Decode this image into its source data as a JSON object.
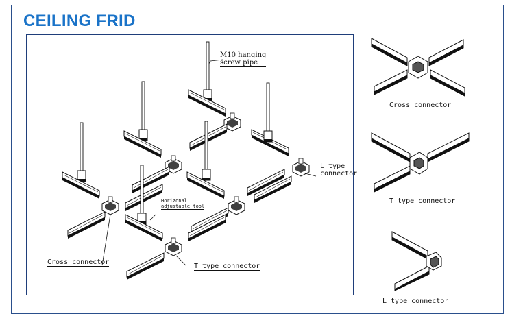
{
  "title": "CEILING FRID",
  "colors": {
    "title": "#1a73c8",
    "frame": "#2a4f8c"
  },
  "main_diagram": {
    "labels": {
      "m10_line1": "M10 hanging",
      "m10_line2": "screw pipe",
      "l_type_line1": "L type",
      "l_type_line2": "connector",
      "horizontal_line1": "Horizonal",
      "horizontal_line2": "adjustable tool",
      "cross_connector": "Cross connector",
      "t_type_connector": "T type connector"
    }
  },
  "side_panels": [
    {
      "caption": "Cross connector"
    },
    {
      "caption": "T type connector"
    },
    {
      "caption": "L type connector"
    }
  ]
}
